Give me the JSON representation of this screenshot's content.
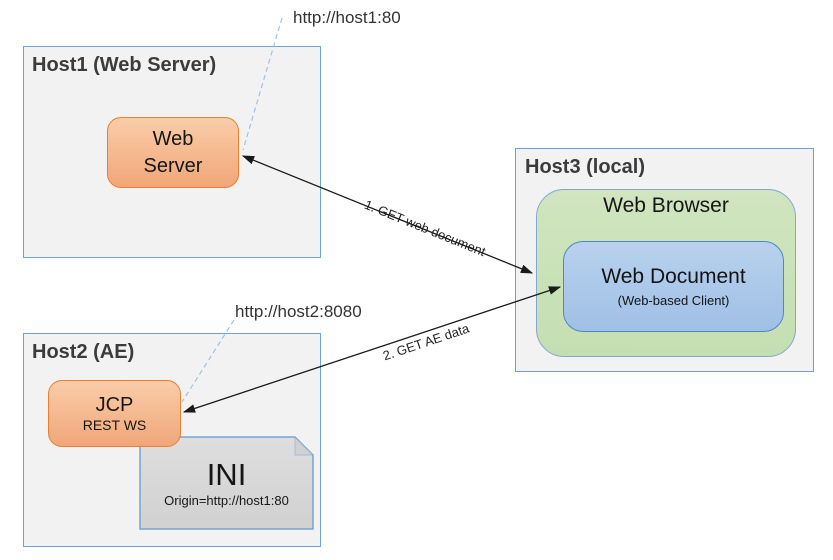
{
  "diagram": {
    "url_label_host1": "http://host1:80",
    "url_label_host2": "http://host2:8080",
    "arrow1_label": "1. GET web document",
    "arrow2_label": "2. GET AE data",
    "host1": {
      "title": "Host1 (Web Server)",
      "web_server_label": "Web\nServer"
    },
    "host2": {
      "title": "Host2 (AE)",
      "jcp_title": "JCP",
      "jcp_subtitle": "REST WS",
      "ini_title": "INI",
      "ini_subtitle": "Origin=http://host1:80"
    },
    "host3": {
      "title": "Host3 (local)",
      "browser_title": "Web Browser",
      "document_title": "Web Document",
      "document_subtitle": "(Web-based Client)"
    }
  },
  "colors": {
    "host_fill": "#f2f2f2",
    "host_border": "#6ea2d6",
    "orange_fill": "#f5ba92",
    "orange_border": "#ed7d31",
    "green_fill": "#cbe2b8",
    "green_border": "#7fa8d4",
    "blue_fill": "#acc9e9",
    "blue_border": "#4e87c4",
    "ini_fill": "#d7d7d7",
    "arrow": "#1a1a1a",
    "dashed_line": "#9dc3e6"
  }
}
